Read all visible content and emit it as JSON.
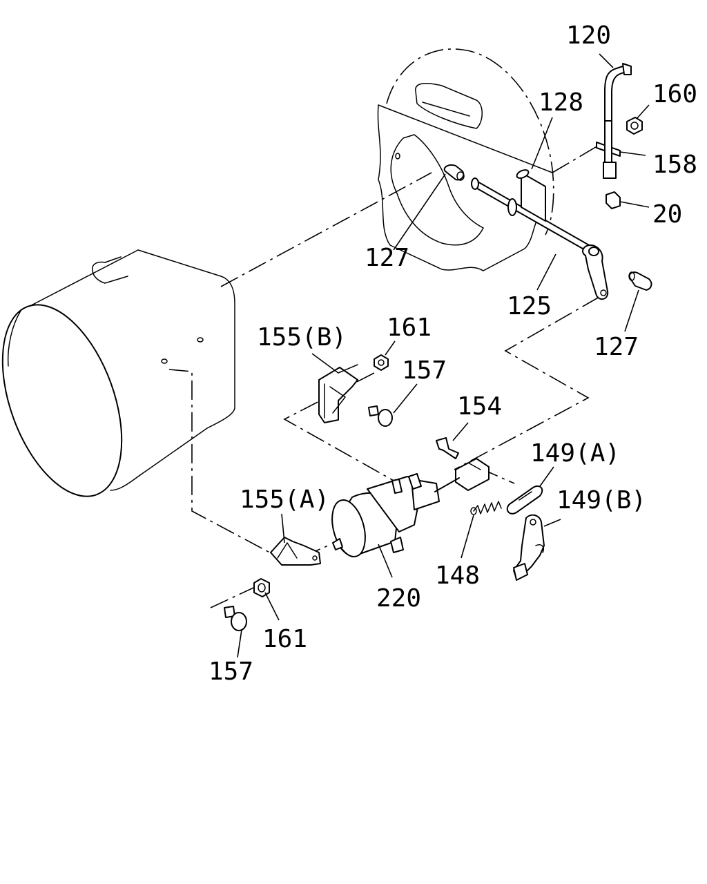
{
  "diagram": {
    "parts": [
      {
        "id": "p120",
        "label": "120"
      },
      {
        "id": "p128",
        "label": "128"
      },
      {
        "id": "p160",
        "label": "160"
      },
      {
        "id": "p158",
        "label": "158"
      },
      {
        "id": "p20",
        "label": "20"
      },
      {
        "id": "p127a",
        "label": "127"
      },
      {
        "id": "p125",
        "label": "125"
      },
      {
        "id": "p127b",
        "label": "127"
      },
      {
        "id": "p155b",
        "label": "155(B)"
      },
      {
        "id": "p161a",
        "label": "161"
      },
      {
        "id": "p157a",
        "label": "157"
      },
      {
        "id": "p154",
        "label": "154"
      },
      {
        "id": "p149a",
        "label": "149(A)"
      },
      {
        "id": "p155a",
        "label": "155(A)"
      },
      {
        "id": "p149b",
        "label": "149(B)"
      },
      {
        "id": "p148",
        "label": "148"
      },
      {
        "id": "p220",
        "label": "220"
      },
      {
        "id": "p161b",
        "label": "161"
      },
      {
        "id": "p157b",
        "label": "157"
      }
    ]
  }
}
